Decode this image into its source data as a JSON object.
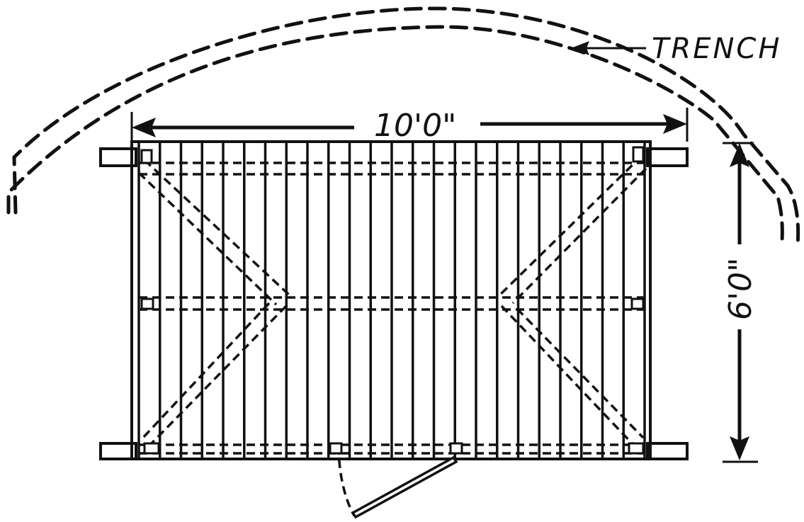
{
  "diagram": {
    "trench_label": "TRENCH",
    "width_label": "10'0\"",
    "height_label": "6'0\"",
    "colors": {
      "ink": "#111111",
      "paper": "#ffffff"
    }
  }
}
